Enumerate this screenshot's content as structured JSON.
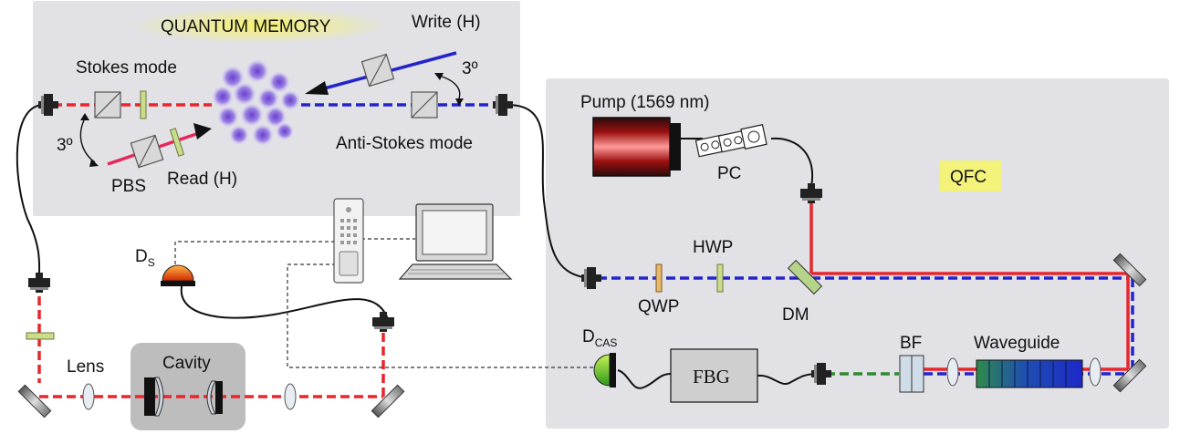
{
  "labels": {
    "quantum_memory": "QUANTUM MEMORY",
    "write": "Write (H)",
    "stokes_mode": "Stokes mode",
    "antistokes_mode": "Anti-Stokes mode",
    "angle_top": "3º",
    "angle_left": "3º",
    "pbs": "PBS",
    "read": "Read (H)",
    "pump": "Pump (1569 nm)",
    "pc": "PC",
    "qfc": "QFC",
    "hwp": "HWP",
    "qwp": "QWP",
    "dm": "DM",
    "ds_main": "D",
    "ds_sub": "S",
    "dcas_main": "D",
    "dcas_sub": "CAS",
    "fbg": "FBG",
    "bf": "BF",
    "waveguide": "Waveguide",
    "lens": "Lens",
    "cavity": "Cavity"
  },
  "colors": {
    "panel": "#e1e1e6",
    "highlight": "#f3f27a",
    "red_beam": "#e8262c",
    "blue_beam": "#2222cc",
    "green_beam": "#2e8b2e",
    "atoms": "#8a67d8"
  }
}
